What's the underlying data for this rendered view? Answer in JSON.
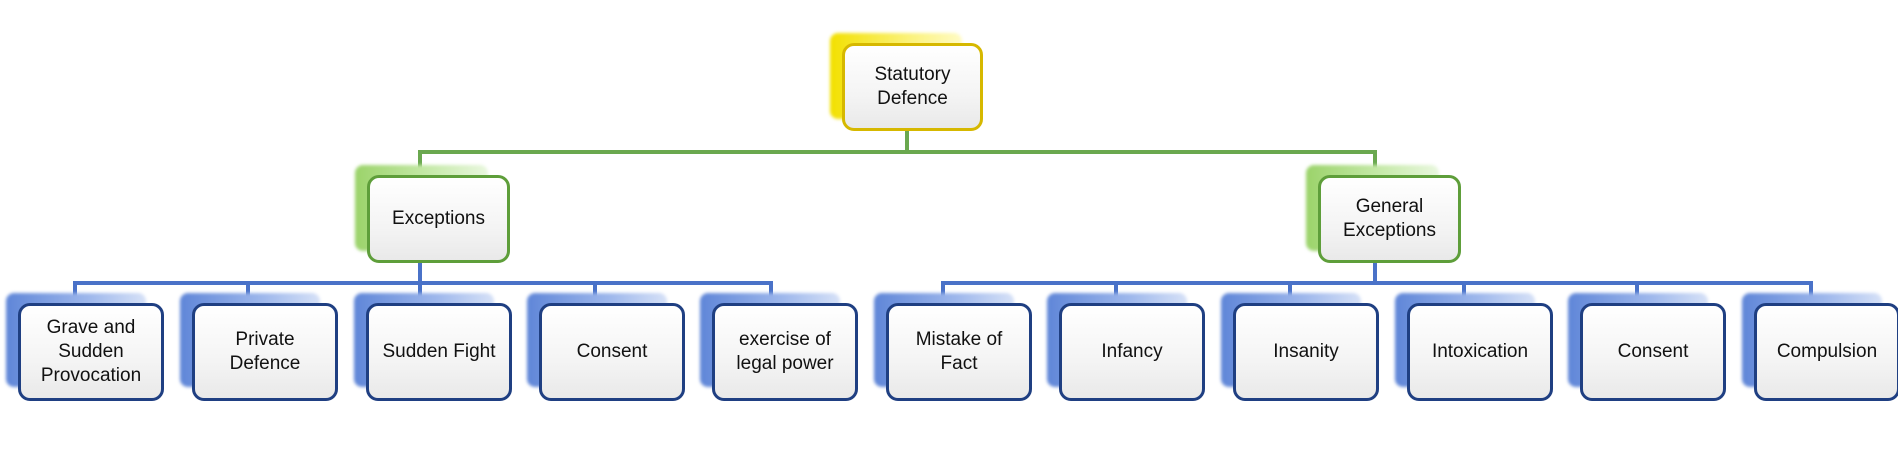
{
  "colors": {
    "root_border": "#d6b800",
    "root_connector": "#6aa84f",
    "mid_border": "#5e9e3a",
    "leaf_border": "#1f3f82",
    "leaf_connector": "#4a72c8"
  },
  "tree": {
    "root": {
      "label": "Statutory\nDefence"
    },
    "branches": [
      {
        "label": "Exceptions",
        "children": [
          "Grave and\nSudden\nProvocation",
          "Private\nDefence",
          "Sudden Fight",
          "Consent",
          "exercise of\nlegal power"
        ]
      },
      {
        "label": "General\nExceptions",
        "children": [
          "Mistake of\nFact",
          "Infancy",
          "Insanity",
          "Intoxication",
          "Consent",
          "Compulsion"
        ]
      }
    ]
  }
}
